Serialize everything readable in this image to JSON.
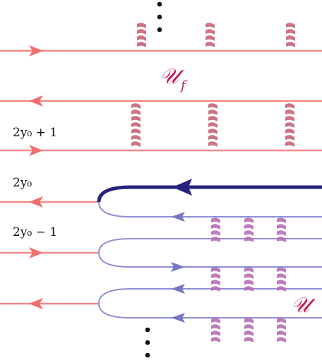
{
  "labels": {
    "level_2y0_plus_1": "2y₀ + 1",
    "level_2y0": "2y₀",
    "level_2y0_minus_1": "2y₀ − 1",
    "region_top": "𝒰",
    "region_top_sub": "f",
    "region_bottom": "𝒰"
  },
  "colors": {
    "red_line": "#f08a8a",
    "red_arrow": "#f26d6d",
    "blue_bold": "#26237e",
    "blue_light": "#8e8ed2",
    "blue_arrow": "#7777c8",
    "pink_spring": "#c8647a",
    "purple_spring": "#b66fb6",
    "region_text": "#c2185b",
    "dots": "#111111"
  }
}
